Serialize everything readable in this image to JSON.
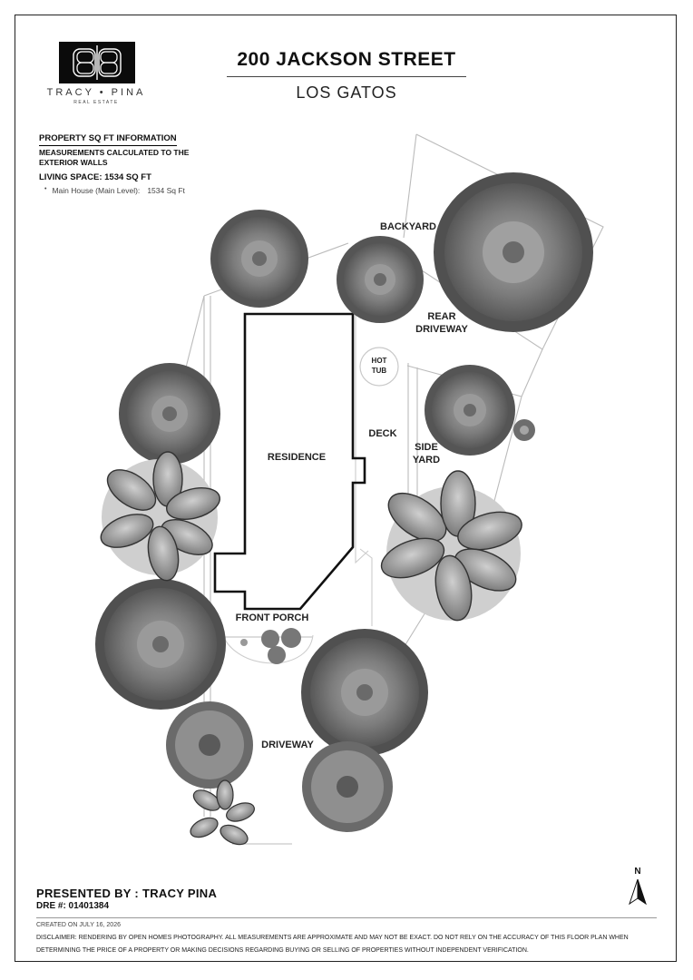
{
  "brand": {
    "name": "TRACY • PINA",
    "subtitle": "REAL ESTATE"
  },
  "header": {
    "title": "200 JACKSON STREET",
    "subtitle": "LOS GATOS"
  },
  "property_info": {
    "heading": "PROPERTY SQ FT INFORMATION",
    "measurement_note": "MEASUREMENTS CALCULATED TO THE EXTERIOR WALLS",
    "living_space": "LIVING SPACE: 1534 SQ FT",
    "items": [
      {
        "label": "Main House (Main Level):",
        "value": "1534 Sq Ft"
      }
    ]
  },
  "plan_labels": {
    "backyard": "BACKYARD",
    "rear_driveway": "REAR DRIVEWAY",
    "hot_tub": "HOT TUB",
    "deck": "DECK",
    "side_yard": "SIDE YARD",
    "residence": "RESIDENCE",
    "front_porch": "FRONT PORCH",
    "driveway": "DRIVEWAY"
  },
  "compass": {
    "label": "N"
  },
  "footer": {
    "presented_by": "PRESENTED BY : TRACY PINA",
    "dre": "DRE #: 01401384",
    "created": "CREATED ON JULY 16, 2026",
    "disclaimer": "DISCLAIMER: RENDERING BY OPEN HOMES PHOTOGRAPHY. ALL MEASUREMENTS ARE APPROXIMATE AND MAY NOT BE EXACT. DO NOT RELY ON THE ACCURACY OF THIS FLOOR PLAN WHEN DETERMINING THE PRICE OF A PROPERTY OR MAKING DECISIONS REGARDING BUYING OR SELLING OF PROPERTIES WITHOUT INDEPENDENT VERIFICATION."
  },
  "colors": {
    "ink": "#111111",
    "foliage_dark": "#5f5f5f",
    "foliage_mid": "#8a8a8a",
    "foliage_light": "#b5b5b5"
  }
}
